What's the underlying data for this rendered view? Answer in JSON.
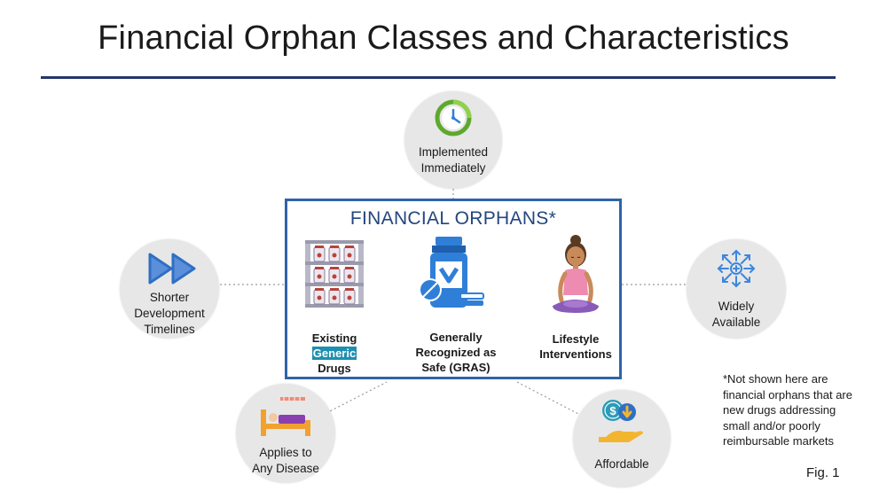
{
  "title": "Financial Orphan Classes and Characteristics",
  "center": {
    "title": "FINANCIAL ORPHANS*",
    "items": [
      {
        "lines": [
          "Existing",
          "Generic",
          "Drugs"
        ],
        "highlight_line": "Generic",
        "icon": "pill-bottles-shelf-icon"
      },
      {
        "lines": [
          "Generally",
          "Recognized as",
          "Safe (GRAS)"
        ],
        "icon": "medicine-bottle-check-icon"
      },
      {
        "lines": [
          "Lifestyle",
          "Interventions"
        ],
        "icon": "meditating-woman-icon"
      }
    ]
  },
  "characteristics": {
    "implemented": {
      "line1": "Implemented",
      "line2": "Immediately",
      "icon": "clock-icon"
    },
    "shorter": {
      "line1": "Shorter",
      "line2": "Development",
      "line3": "Timelines",
      "icon": "fast-forward-icon"
    },
    "widely": {
      "line1": "Widely",
      "line2": "Available",
      "icon": "expand-arrows-icon"
    },
    "applies": {
      "line1": "Applies to",
      "line2": "Any Disease",
      "icon": "hospital-bed-icon"
    },
    "affordable": {
      "line1": "Affordable",
      "icon": "coins-hand-icon"
    }
  },
  "note": {
    "lines": [
      "*Not shown here are",
      "financial orphans that are",
      "new drugs addressing",
      "small and/or poorly",
      "reimbursable markets"
    ]
  },
  "figure_label": "Fig. 1",
  "colors": {
    "title_rule": "#26356b",
    "box_border": "#2f64a8",
    "box_title": "#24467f",
    "circle_fill": "#e7e7e7",
    "highlight": "#1d8fb0",
    "icon_blue": "#2f7fd8"
  }
}
